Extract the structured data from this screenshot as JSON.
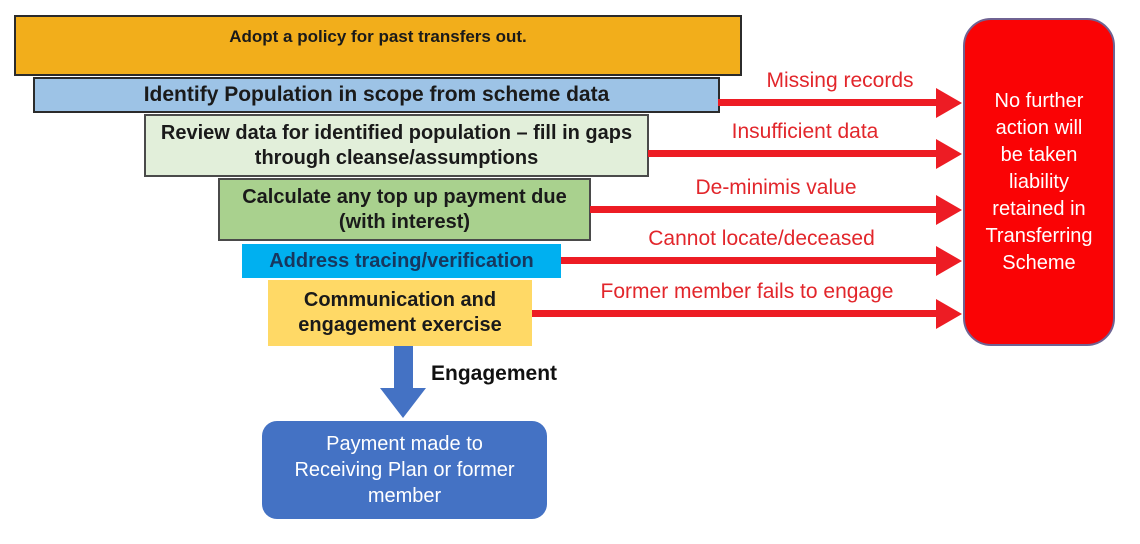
{
  "funnel": {
    "steps": [
      {
        "id": "adopt-policy",
        "label": "Adopt a policy for past transfers out.",
        "color": "#F2AE1B"
      },
      {
        "id": "identify-population",
        "label": "Identify Population in scope from scheme data",
        "color": "#9DC3E6"
      },
      {
        "id": "review-data",
        "label": "Review data for identified population – fill in gaps\nthrough cleanse/assumptions",
        "color": "#E2EFDA"
      },
      {
        "id": "calculate-top-up",
        "label": "Calculate any top up payment due\n(with interest)",
        "color": "#A9D18E"
      },
      {
        "id": "address-tracing",
        "label": "Address tracing/verification",
        "color": "#00B0F0"
      },
      {
        "id": "communication",
        "label": "Communication and\nengagement exercise",
        "color": "#FFD966"
      }
    ]
  },
  "exits": [
    {
      "id": "missing-records",
      "label": "Missing records"
    },
    {
      "id": "insufficient-data",
      "label": "Insufficient data"
    },
    {
      "id": "de-minimis-value",
      "label": "De-minimis value"
    },
    {
      "id": "cannot-locate",
      "label": "Cannot locate/deceased"
    },
    {
      "id": "fails-to-engage",
      "label": "Former member fails to engage"
    }
  ],
  "outcome_box": {
    "label": "No further\naction will\nbe taken\nliability\nretained in\nTransferring\nScheme",
    "fill_color": "#FA0305",
    "text_color": "#FFFFFF"
  },
  "engagement": {
    "arrow_label": "Engagement"
  },
  "payment_box": {
    "label": "Payment made to\nReceiving Plan or former\nmember",
    "fill_color": "#4472C4",
    "text_color": "#FFFFFF"
  },
  "colors": {
    "exit_arrow_red": "#ED1C24",
    "engagement_arrow_blue": "#4472C4"
  }
}
